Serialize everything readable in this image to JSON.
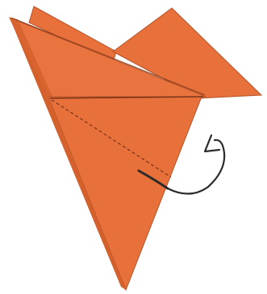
{
  "diagram": {
    "colors": {
      "paper_front": "#E8703A",
      "paper_back": "#E36A34",
      "paper_shadow": "#D25E2B",
      "crease_line": "#7A3418",
      "fold_line": "#8A3C1A",
      "arrow": "#2B2B2B",
      "background": "#FFFFFF"
    },
    "parts": [
      "back-flap",
      "right-wing",
      "front-upper-triangle",
      "front-lower-triangle",
      "horizontal-crease",
      "dashed-valley-fold-line",
      "fold-back-arrow"
    ],
    "arrow_icon": "curved-fold-back-arrow-icon"
  }
}
